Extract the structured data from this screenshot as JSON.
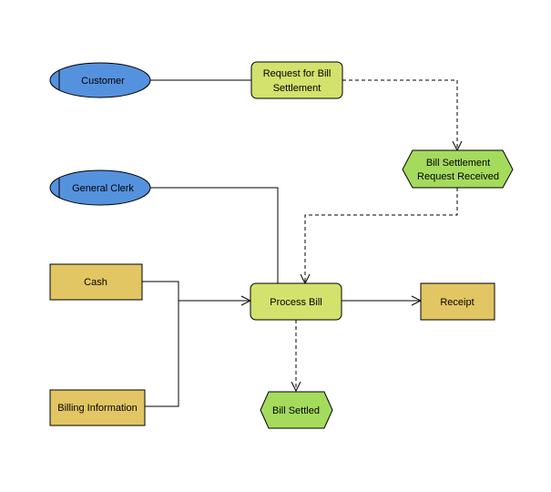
{
  "diagram": {
    "nodes": {
      "customer": {
        "label": "Customer",
        "kind": "role"
      },
      "general_clerk": {
        "label": "General Clerk",
        "kind": "role"
      },
      "request_bill_settlement": {
        "label_lines": [
          "Request for Bill",
          "Settlement"
        ],
        "kind": "function"
      },
      "bill_settlement_request_received": {
        "label_lines": [
          "Bill Settlement",
          "Request Received"
        ],
        "kind": "event"
      },
      "cash": {
        "label": "Cash",
        "kind": "information"
      },
      "billing_information": {
        "label": "Billing Information",
        "kind": "information"
      },
      "process_bill": {
        "label": "Process Bill",
        "kind": "function"
      },
      "receipt": {
        "label": "Receipt",
        "kind": "information"
      },
      "bill_settled": {
        "label": "Bill Settled",
        "kind": "event"
      }
    },
    "colors": {
      "role_fill": "#5592DE",
      "function_fill": "#D2E26D",
      "event_fill": "#A5DB5C",
      "information_fill": "#E2C664",
      "line": "#000000"
    }
  }
}
